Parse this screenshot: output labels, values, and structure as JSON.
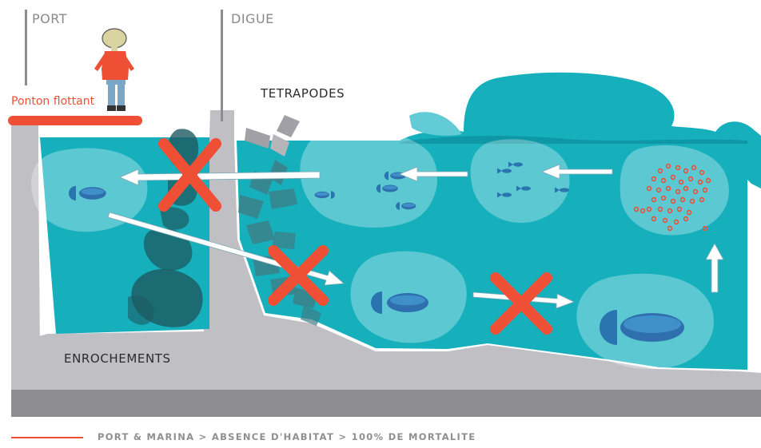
{
  "labels": {
    "port": "PORT",
    "digue": "DIGUE",
    "ponton": "Ponton flottant",
    "tetrapodes": "TETRAPODES",
    "enrochements": "ENROCHEMENTS"
  },
  "footer": {
    "caption": "PORT & MARINA > ABSENCE D'HABITAT > 100% DE MORTALITE"
  },
  "colors": {
    "water": "#16b0bd",
    "concrete": "#c0c0c4",
    "base": "#8c8c91",
    "accent": "#ee4f35",
    "fish": "#2a74b0"
  },
  "icons": [
    "person-icon",
    "fish-icon",
    "egg-cluster-icon",
    "cross-icon",
    "arrow-icon"
  ]
}
